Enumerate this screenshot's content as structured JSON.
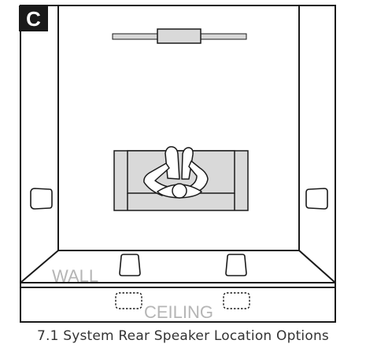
{
  "figure": {
    "badge": "C",
    "wall_label": "WALL",
    "ceiling_label": "CEILING",
    "caption": "7.1 System Rear Speaker Location Options"
  },
  "colors": {
    "line": "#1a1a1a",
    "wall_fill": "#ffffff",
    "furniture_fill": "#d9d9d9",
    "badge_bg": "#1a1a1a",
    "badge_text": "#ffffff",
    "label_text": "#b5b5b5"
  },
  "icons": {
    "front_speaker": "soundbar-icon",
    "listener": "person-icon",
    "sofa": "sofa-icon",
    "wall_speaker": "wall-speaker-icon",
    "ceiling_speaker": "ceiling-speaker-icon"
  }
}
